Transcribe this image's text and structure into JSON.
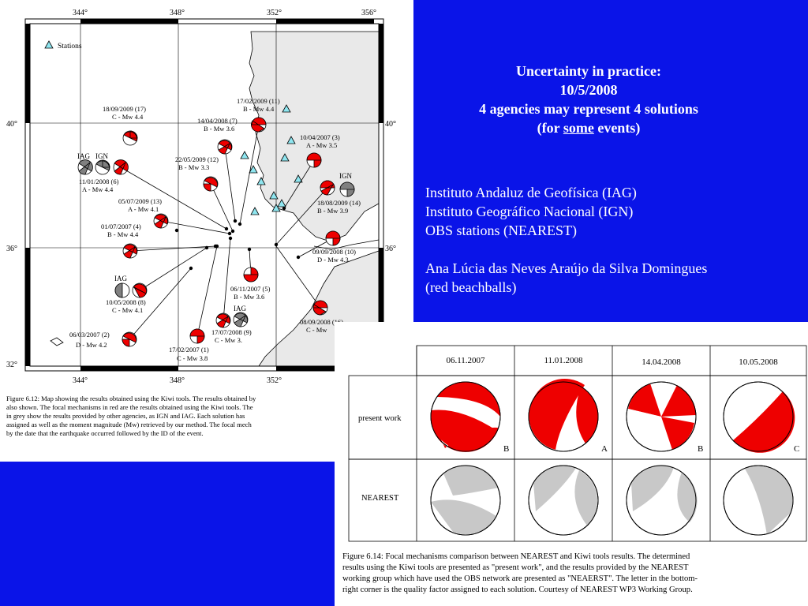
{
  "slide": {
    "title_lines": [
      "Uncertainty in practice:",
      "10/5/2008",
      "4 agencies may represent 4 solutions"
    ],
    "title_last_prefix": "(for ",
    "title_last_underlined": "some",
    "title_last_suffix": " events)",
    "agencies": [
      "Instituto Andaluz de Geofísica (IAG)",
      "Instituto Geográfico Nacional (IGN)",
      "OBS stations  (NEAREST)"
    ],
    "red_beachballs_author": "Ana Lúcia das Neves Araújo da Silva Domingues",
    "red_beachballs_note": "(red beachballs)",
    "colors": {
      "background": "#0a14e8",
      "kiwi_red": "#ee0000",
      "agency_grey": "#808080",
      "nearest_grey": "#c8c8c8",
      "land": "#e9e9e9"
    }
  },
  "map": {
    "lon_ticks_top": [
      "344°",
      "348°",
      "352°",
      "356°"
    ],
    "lon_ticks_bottom": [
      "344°",
      "348°",
      "352°"
    ],
    "lat_ticks_left": [
      "40°",
      "36°",
      "32°"
    ],
    "lat_ticks_right": [
      "40°",
      "36°"
    ],
    "legend_label": "Stations",
    "events": [
      {
        "date": "17/02/2009 (11)",
        "sol": "B - Mw 4.4"
      },
      {
        "date": "18/09/2009 (17)",
        "sol": "C - Mw 4.4"
      },
      {
        "date": "14/04/2008 (7)",
        "sol": "B - Mw 3.6"
      },
      {
        "date": "10/04/2007 (3)",
        "sol": "A - Mw 3.5"
      },
      {
        "date": "11/01/2008 (6)",
        "sol": "A - Mw 4.4"
      },
      {
        "date": "22/05/2009 (12)",
        "sol": "B - Mw 3.3"
      },
      {
        "date": "05/07/2009 (13)",
        "sol": "A - Mw 4.1"
      },
      {
        "date": "18/08/2009 (14)",
        "sol": "B - Mw 3.9"
      },
      {
        "date": "01/07/2007 (4)",
        "sol": "B - Mw 4.4"
      },
      {
        "date": "09/09/2008 (10)",
        "sol": "D - Mw 4.3"
      },
      {
        "date": "06/11/2007 (5)",
        "sol": "B - Mw 3.6"
      },
      {
        "date": "10/05/2008 (8)",
        "sol": "C - Mw 4.1"
      },
      {
        "date": "08/09/2008 (16)",
        "sol": "C - Mw"
      },
      {
        "date": "17/07/2008 (9)",
        "sol": "C - Mw 3."
      },
      {
        "date": "06/03/2007 (2)",
        "sol": "D - Mw 4.2"
      },
      {
        "date": "17/02/2007 (1)",
        "sol": "C - Mw 3.8"
      }
    ],
    "agency_tags": [
      "IAG",
      "IGN",
      "IGN",
      "IAG",
      "IAG"
    ],
    "caption_lines": [
      "Figure 6.12: Map showing the results obtained using the Kiwi tools.  The results obtained by",
      "also shown.  The focal mechanisms in red are the results obtained using the Kiwi tools.  The",
      "in grey show the results provided by other agencies, as IGN and IAG. Each solution has",
      "assigned as well as the moment magnitude (Mw) retrieved by our method.  The focal mech",
      "by the date that the earthquake occurred followed by the ID of the event."
    ]
  },
  "comparison": {
    "dates": [
      "06.11.2007",
      "11.01.2008",
      "14.04.2008",
      "10.05.2008"
    ],
    "row_labels": [
      "present work",
      "NEAREST"
    ],
    "quality": [
      "B",
      "A",
      "B",
      "C"
    ],
    "caption_lines": [
      "Figure 6.14:  Focal mechanisms comparison between NEAREST and Kiwi tools results.  The determined",
      "results using the Kiwi tools are presented as \"present work\", and the results provided by the NEAREST",
      "working group which have used the OBS network are presented as \"NEAERST\".  The letter in the bottom-",
      "right corner is the quality factor assigned to each solution.  Courtesy of NEAREST WP3 Working Group."
    ]
  }
}
